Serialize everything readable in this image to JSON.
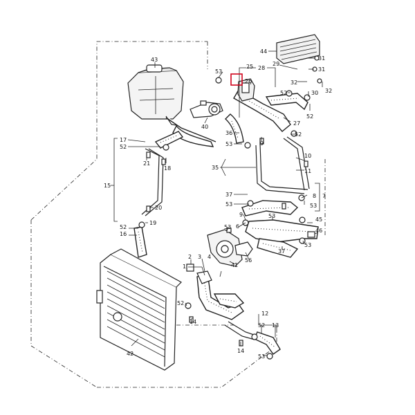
{
  "diagram": {
    "highlight_color": "#d0021b",
    "highlighted_part": "26",
    "callouts": [
      {
        "id": "c43",
        "text": "43"
      },
      {
        "id": "c44",
        "text": "44"
      },
      {
        "id": "c31a",
        "text": "31"
      },
      {
        "id": "c31b",
        "text": "31"
      },
      {
        "id": "c28",
        "text": "28"
      },
      {
        "id": "c29",
        "text": "29"
      },
      {
        "id": "c32a",
        "text": "32"
      },
      {
        "id": "c32b",
        "text": "32"
      },
      {
        "id": "c30",
        "text": "30"
      },
      {
        "id": "c25",
        "text": "25"
      },
      {
        "id": "c26",
        "text": "26"
      },
      {
        "id": "c53a",
        "text": "53"
      },
      {
        "id": "c52a",
        "text": "52"
      },
      {
        "id": "c52b",
        "text": "52"
      },
      {
        "id": "c40",
        "text": "40"
      },
      {
        "id": "c27",
        "text": "27"
      },
      {
        "id": "c36",
        "text": "36"
      },
      {
        "id": "c9a",
        "text": "9"
      },
      {
        "id": "c52c",
        "text": "52"
      },
      {
        "id": "c53b",
        "text": "53"
      },
      {
        "id": "c17",
        "text": "17"
      },
      {
        "id": "c52d",
        "text": "52"
      },
      {
        "id": "c18",
        "text": "18"
      },
      {
        "id": "c21",
        "text": "21"
      },
      {
        "id": "c35",
        "text": "35"
      },
      {
        "id": "c10",
        "text": "10"
      },
      {
        "id": "c11",
        "text": "11"
      },
      {
        "id": "c15",
        "text": "15"
      },
      {
        "id": "c37a",
        "text": "37"
      },
      {
        "id": "c53c",
        "text": "53"
      },
      {
        "id": "c8",
        "text": "8"
      },
      {
        "id": "c7",
        "text": "7"
      },
      {
        "id": "c53d",
        "text": "53"
      },
      {
        "id": "c20",
        "text": "20"
      },
      {
        "id": "c9b",
        "text": "9"
      },
      {
        "id": "c19",
        "text": "19"
      },
      {
        "id": "c6",
        "text": "6"
      },
      {
        "id": "c53e",
        "text": "53"
      },
      {
        "id": "c45",
        "text": "45"
      },
      {
        "id": "c52e",
        "text": "52"
      },
      {
        "id": "c16",
        "text": "16"
      },
      {
        "id": "c53f",
        "text": "53"
      },
      {
        "id": "c53g",
        "text": "53"
      },
      {
        "id": "c37b",
        "text": "37"
      },
      {
        "id": "c46",
        "text": "46"
      },
      {
        "id": "c56",
        "text": "56"
      },
      {
        "id": "c41",
        "text": "41"
      },
      {
        "id": "c2",
        "text": "2"
      },
      {
        "id": "c3",
        "text": "3"
      },
      {
        "id": "c4",
        "text": "4"
      },
      {
        "id": "c1",
        "text": "1"
      },
      {
        "id": "c52f",
        "text": "52"
      },
      {
        "id": "c14a",
        "text": "14"
      },
      {
        "id": "c12",
        "text": "12"
      },
      {
        "id": "c52g",
        "text": "52"
      },
      {
        "id": "c13",
        "text": "13"
      },
      {
        "id": "c42",
        "text": "42"
      },
      {
        "id": "c14b",
        "text": "14"
      },
      {
        "id": "c53h",
        "text": "53"
      }
    ]
  }
}
